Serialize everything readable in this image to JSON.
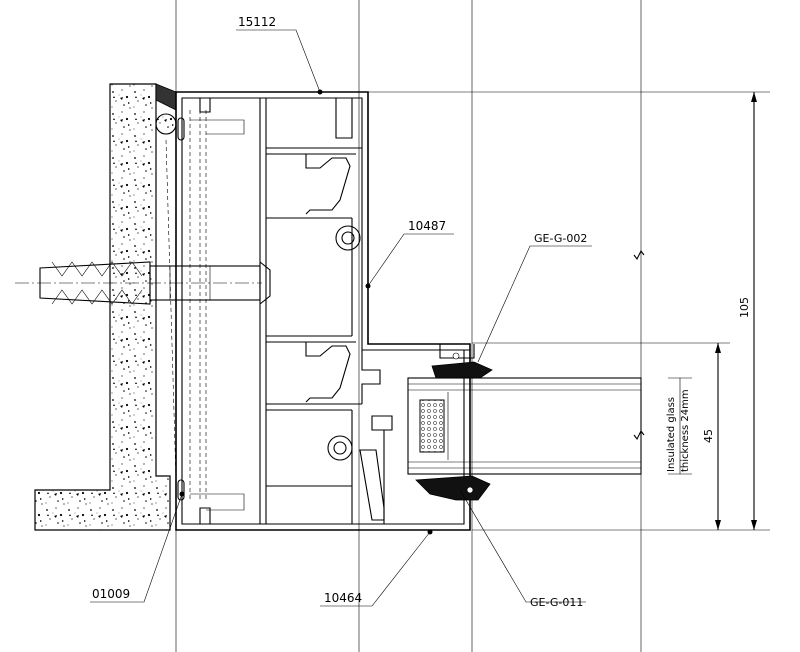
{
  "part_labels": {
    "top_cap": "15112",
    "frame": "10487",
    "gasket_top": "GE-G-002",
    "bracket": "01009",
    "base_profile": "10464",
    "gasket_bottom": "GE-G-011"
  },
  "dimensions": {
    "overall_height": "105",
    "glass_height": "45"
  },
  "glass_note": {
    "line1": "Insulated glass",
    "line2": "thickness 24mm"
  },
  "colors": {
    "ink": "#000000",
    "gasket": "#111111",
    "background": "#ffffff"
  }
}
